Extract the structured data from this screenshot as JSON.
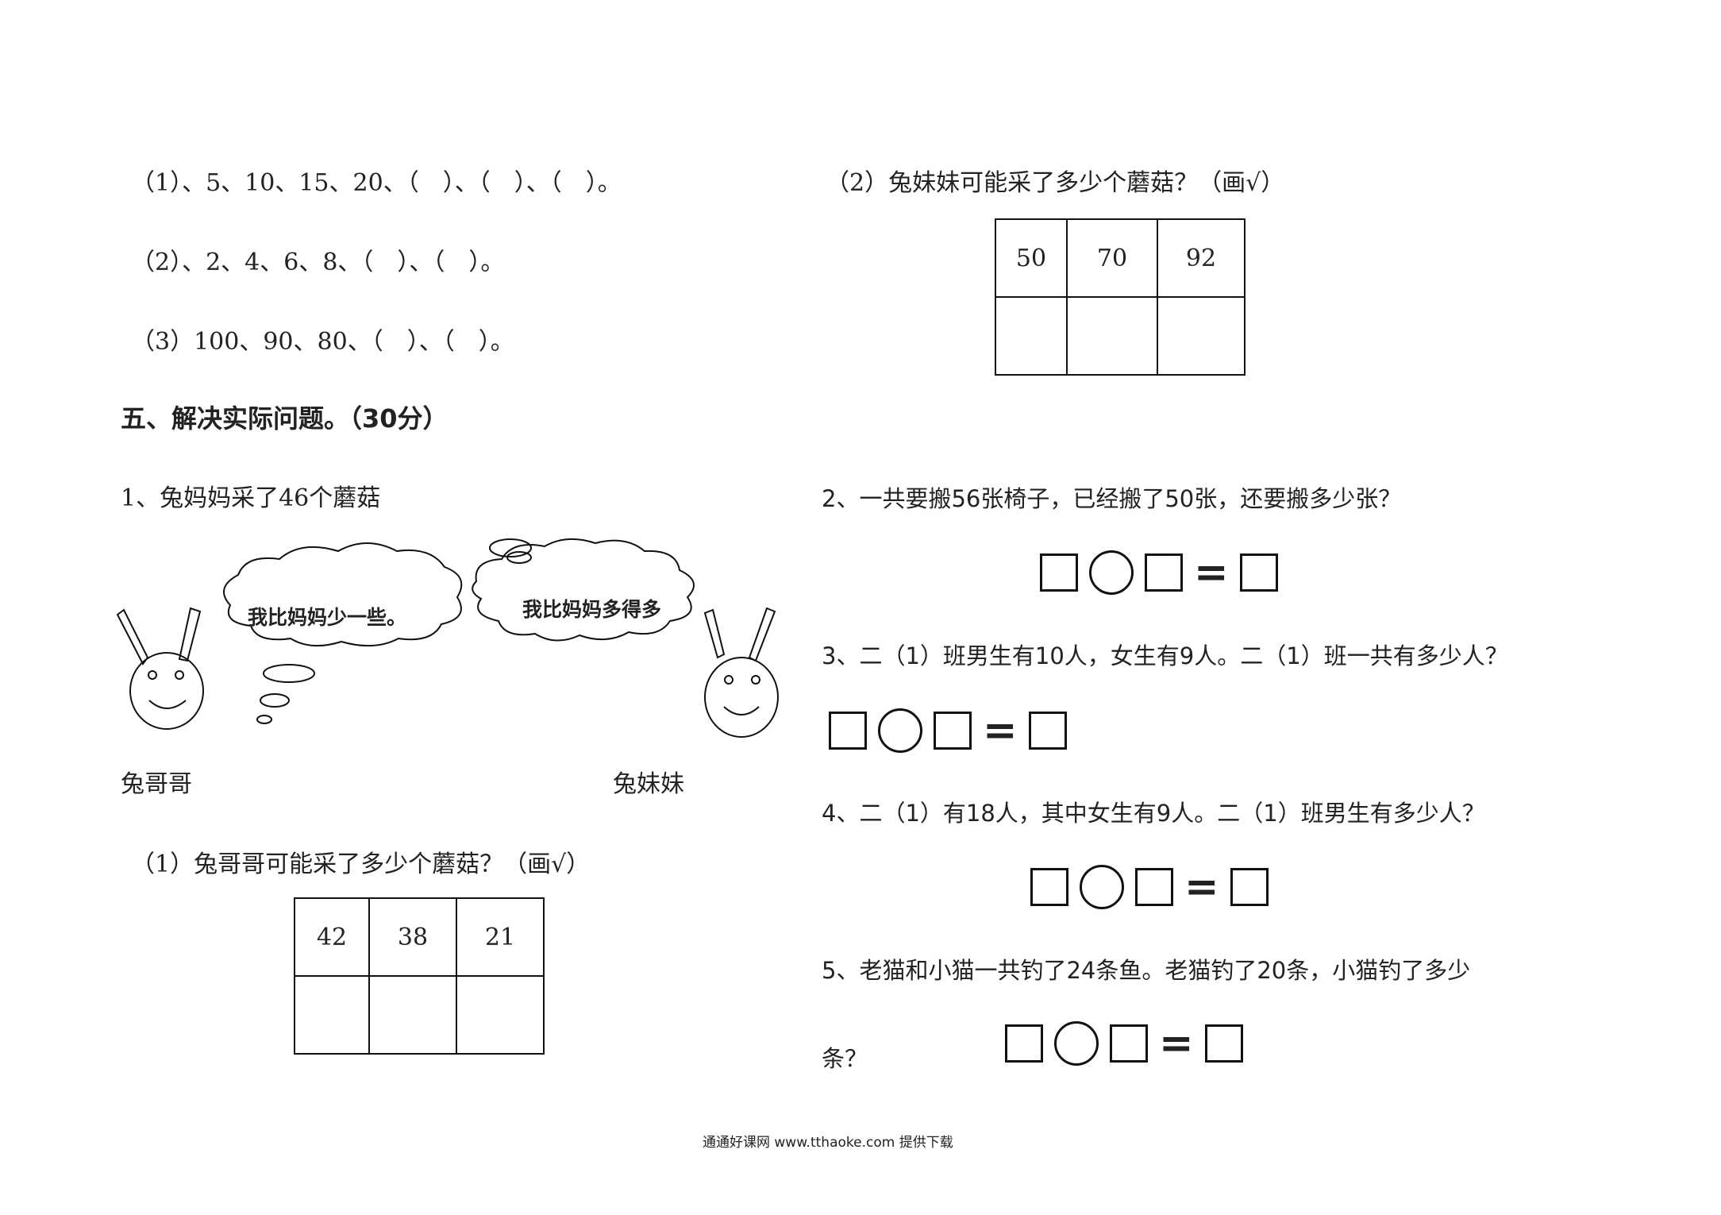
{
  "sequences": [
    "（1）、5、10、15、20、（　）、（　）、（　）。",
    "（2）、2、4、6、8、（　）、（　）。",
    "（3）100、90、80、（　）、（　）。"
  ],
  "section5_title": "五、解决实际问题。（30分）",
  "q1": {
    "text": "1、兔妈妈采了46个蘑菇",
    "bubble_left": "我比妈妈少一些。",
    "bubble_right": "我比妈妈多得多",
    "label_left": "兔哥哥",
    "label_right": "兔妹妹",
    "sub1": "（1）兔哥哥可能采了多少个蘑菇？（画√）",
    "sub1_options": [
      "42",
      "38",
      "21"
    ],
    "sub2": "（2）兔妹妹可能采了多少个蘑菇？（画√）",
    "sub2_options": [
      "50",
      "70",
      "92"
    ]
  },
  "q2": "2、一共要搬56张椅子，已经搬了50张，还要搬多少张？",
  "q3": "3、二（1）班男生有10人，女生有9人。二（1）班一共有多少人？",
  "q4": "4、二（1）有18人，其中女生有9人。二（1）班男生有多少人？",
  "q5_line1": "5、老猫和小猫一共钓了24条鱼。老猫钓了20条，小猫钓了多少",
  "q5_line2": "条？",
  "equals_sign": "=",
  "footer": "通通好课网  www.tthaoke.com  提供下载"
}
